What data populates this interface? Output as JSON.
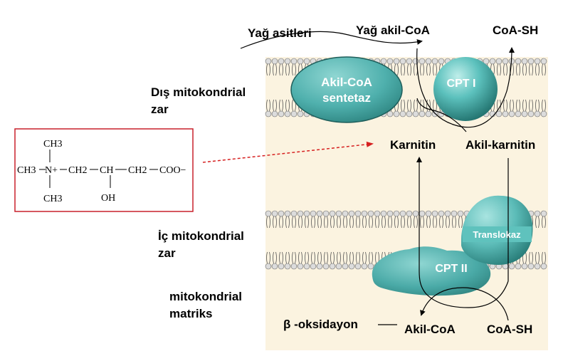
{
  "labels": {
    "fatty_acids": "Yağ asitleri",
    "fatty_acyl_coa_top": "Yağ akil-CoA",
    "coash_top": "CoA-SH",
    "outer_membrane_line1": "Dış mitokondrial",
    "outer_membrane_line2": "zar",
    "inner_membrane_line1": "İç mitokondrial",
    "inner_membrane_line2": "zar",
    "matrix_line1": "mitokondrial",
    "matrix_line2": "matriks",
    "carnitine": "Karnitin",
    "acyl_carnitine": "Akil-karnitin",
    "beta_oxidation": "β -oksidayon",
    "acyl_coa_bottom": "Akil-CoA",
    "coash_bottom": "CoA-SH"
  },
  "proteins": {
    "synthetase_line1": "Akil-CoA",
    "synthetase_line2": "sentetaz",
    "cpt1": "CPT I",
    "translocase": "Translokaz",
    "cpt2": "CPT II"
  },
  "structure": {
    "ch3_top": "CH3",
    "n_plus": "N+",
    "ch3_left": "CH3",
    "ch2_a": "CH2",
    "ch": "CH",
    "ch2_b": "CH2",
    "coo": "COO−",
    "oh": "OH",
    "ch3_bottom": "CH3"
  },
  "colors": {
    "membrane_band": "#fbf3e0",
    "lipid_head": "#dcdcdc",
    "protein_teal": "#4fb5b2",
    "structure_border": "#c8202b",
    "dashed_arrow": "#d62020"
  }
}
